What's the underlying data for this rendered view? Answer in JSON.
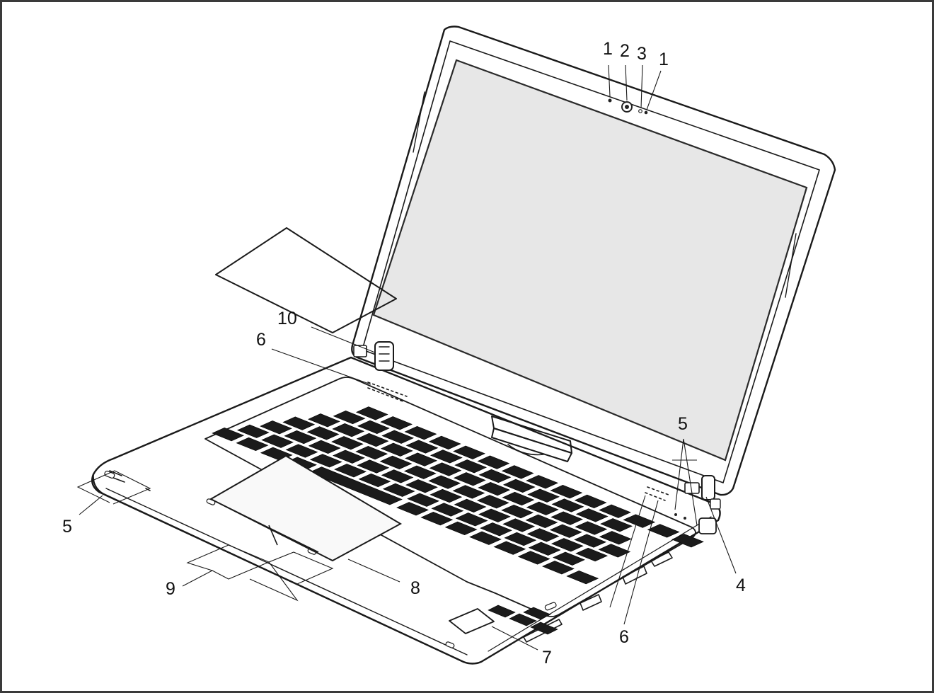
{
  "figure": {
    "callouts": [
      {
        "id": "mic-left",
        "label": "1"
      },
      {
        "id": "webcam",
        "label": "2"
      },
      {
        "id": "webcam-led",
        "label": "3"
      },
      {
        "id": "mic-right",
        "label": "1"
      },
      {
        "id": "hinge-left",
        "label": "10"
      },
      {
        "id": "speaker-top-left",
        "label": "6"
      },
      {
        "id": "indicators-right",
        "label": "5"
      },
      {
        "id": "indicators-left",
        "label": "5"
      },
      {
        "id": "power-button",
        "label": "4"
      },
      {
        "id": "touchpad-buttons",
        "label": "9"
      },
      {
        "id": "touchpad",
        "label": "8"
      },
      {
        "id": "speaker-right",
        "label": "6"
      },
      {
        "id": "fingerprint-sensor",
        "label": "7"
      }
    ],
    "colors": {
      "line": "#1a1a1a",
      "screen": "#e7e7e7",
      "key": "#1b1b1b",
      "body": "#f2f2f2",
      "frame": "#3a3a3a"
    }
  }
}
